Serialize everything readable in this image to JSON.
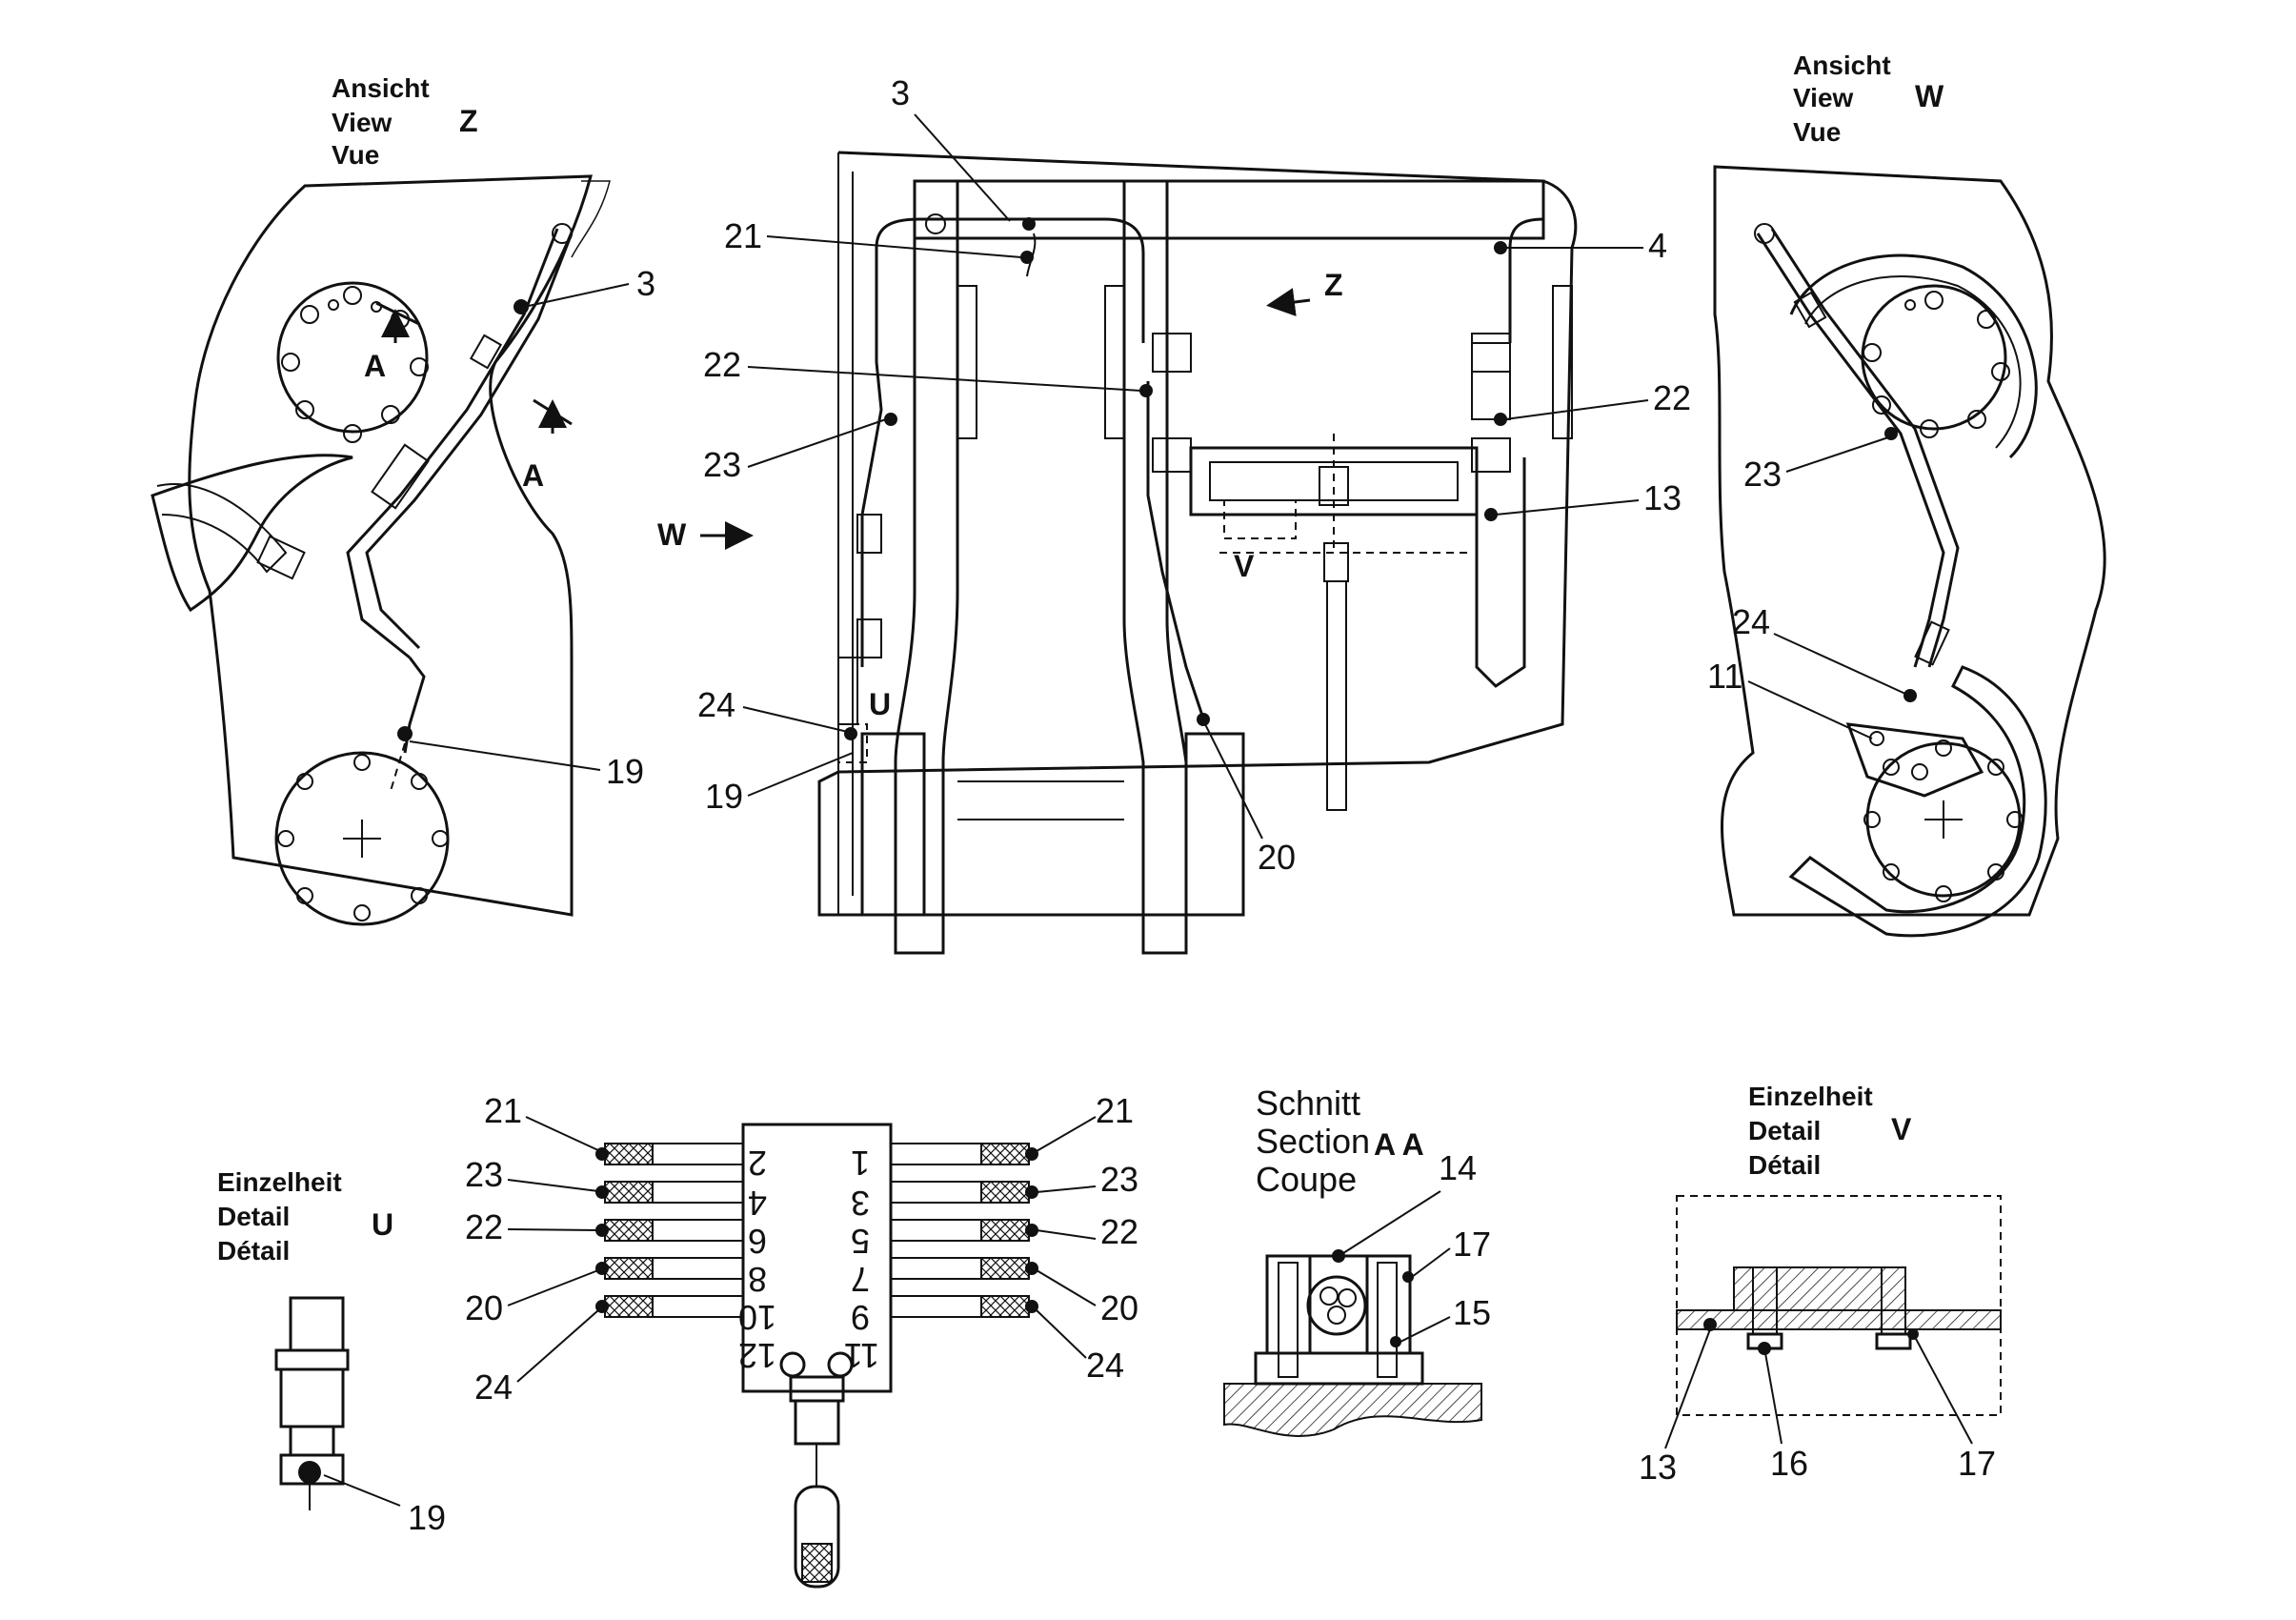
{
  "views": {
    "view_z": {
      "line1": "Ansicht",
      "line2": "View",
      "line3": "Vue",
      "letter": "Z"
    },
    "view_w": {
      "line1": "Ansicht",
      "line2": "View",
      "line3": "Vue",
      "letter": "W"
    },
    "detail_u": {
      "line1": "Einzelheit",
      "line2": "Detail",
      "line3": "Détail",
      "letter": "U"
    },
    "section_aa": {
      "line1": "Schnitt",
      "line2": "Section",
      "line3": "Coupe",
      "letter": "A A"
    },
    "detail_v": {
      "line1": "Einzelheit",
      "line2": "Detail",
      "line3": "Détail",
      "letter": "V"
    }
  },
  "markers": {
    "a_top": "A",
    "a_bottom": "A",
    "z_arrow": "Z",
    "w_arrow": "W",
    "u_box": "U",
    "v_box": "V"
  },
  "callouts": {
    "z_view": [
      "3",
      "19"
    ],
    "front_view": [
      "3",
      "21",
      "22",
      "23",
      "4",
      "22",
      "13",
      "24",
      "19",
      "20"
    ],
    "w_view": [
      "23",
      "24",
      "11"
    ],
    "detail_u": [
      "19"
    ],
    "distributor_left": [
      "21",
      "23",
      "22",
      "20",
      "24"
    ],
    "distributor_right": [
      "21",
      "23",
      "22",
      "20",
      "24"
    ],
    "section_aa": [
      "14",
      "17",
      "15"
    ],
    "detail_v": [
      "13",
      "16",
      "17"
    ]
  },
  "distributor": {
    "left_ports": [
      "2",
      "4",
      "6",
      "8",
      "10",
      "12"
    ],
    "right_ports": [
      "1",
      "3",
      "5",
      "7",
      "9",
      "11"
    ]
  }
}
